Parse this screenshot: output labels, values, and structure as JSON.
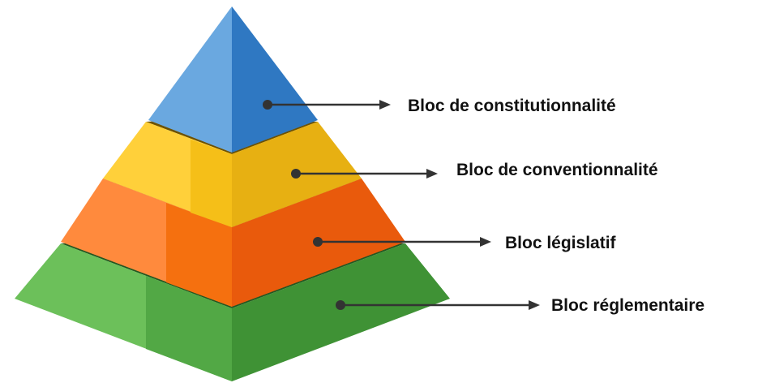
{
  "pyramid": {
    "levels": [
      {
        "label": "Bloc de constitutionnalité",
        "colors": {
          "left": "#6aa8e0",
          "right": "#2f78c2",
          "edge": "#1e5f9e"
        }
      },
      {
        "label": "Bloc de conventionnalité",
        "colors": {
          "left": "#ffd03a",
          "right": "#e7b012",
          "edge": "#6e5200",
          "front": "#f5bf18"
        }
      },
      {
        "label": "Bloc législatif",
        "colors": {
          "left": "#ff8a3d",
          "right": "#e95a0c",
          "edge": "#6a2a00",
          "front": "#f5700f"
        }
      },
      {
        "label": "Bloc réglementaire",
        "colors": {
          "left": "#6cc05a",
          "right": "#3f9235",
          "edge": "#245820",
          "front": "#52a845"
        }
      }
    ],
    "arrow_color": "#333333"
  }
}
